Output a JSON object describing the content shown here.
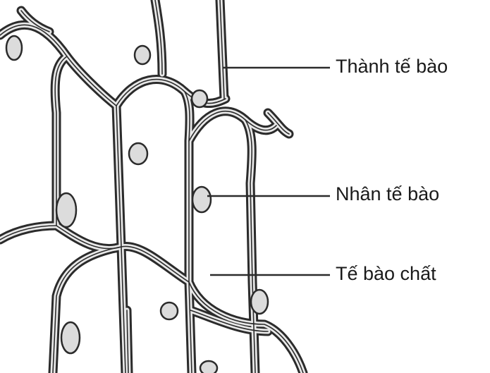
{
  "labels": {
    "cell_wall": "Thành tế bào",
    "nucleus": "Nhân tế bào",
    "cytoplasm": "Tế bào chất"
  }
}
